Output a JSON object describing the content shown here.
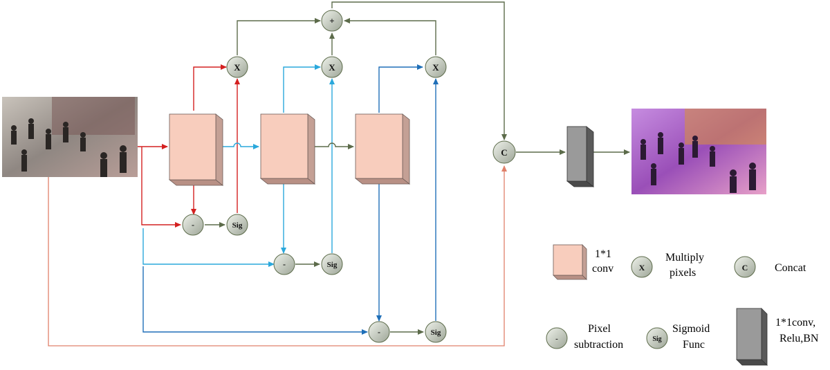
{
  "nodes": {
    "plus": "+",
    "multiply": "X",
    "subtract": "-",
    "sigmoid": "Sig",
    "concat": "C"
  },
  "legend": {
    "conv_line1": "1*1",
    "conv_line2": "conv",
    "multiply_line1": "Multiply",
    "multiply_line2": "pixels",
    "concat_label": "Concat",
    "subtraction_line1": "Pixel",
    "subtraction_line2": "subtraction",
    "sigmoid_line1": "Sigmoid",
    "sigmoid_line2": "Func",
    "convrelu_line1": "1*1conv,",
    "convrelu_line2": "Relu,BN"
  },
  "colors": {
    "branch1": "#d42020",
    "branch2": "#2aa8dc",
    "branch3": "#1f6fb8",
    "skip": "#e0806a",
    "merge": "#5c6b4a",
    "conv_fill": "#f8cdbd",
    "node_fill": "#cfd4c8",
    "dark_block": "#9a9a9a"
  },
  "images": {
    "input": "crowd-input-photo",
    "output": "crowd-enhanced-photo"
  }
}
